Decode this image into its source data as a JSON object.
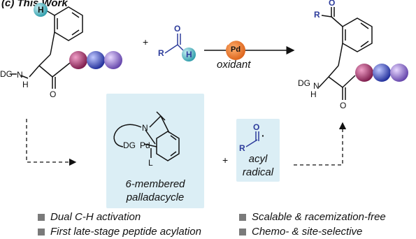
{
  "title": "(c) This Work",
  "reagents": {
    "plus_1": "+",
    "plus_2": "+",
    "oxidant": "oxidant",
    "metal": "Pd",
    "aldehyde_r": "R",
    "aldehyde_o": "O",
    "aldehyde_h": "H",
    "substrate_h": "H"
  },
  "labels": {
    "dg": "DG",
    "nh": "NH",
    "n_h_h": "H",
    "n_h_n": "N",
    "carbonyl_o": "O",
    "product_r": "R",
    "product_o": "O",
    "palladacycle_n": "N",
    "palladacycle_dg": "DG",
    "palladacycle_pd": "Pd",
    "palladacycle_l": "L",
    "acyl_r": "R",
    "acyl_o": "O"
  },
  "intermediate_caption": [
    "6-membered",
    "palladacycle"
  ],
  "radical_caption": [
    "acyl",
    "radical"
  ],
  "bullets": [
    "Dual C-H activation",
    "First late-stage peptide acylation",
    "Scalable & racemization-free",
    "Chemo- & site-selective"
  ],
  "colors": {
    "hydrogen_ball": "#47b8c4",
    "bead_red": "#a0285a",
    "bead_blue": "#3b4fc4",
    "bead_purple": "#8a64c8",
    "pd_orange": "#e8782a",
    "box_fill": "#dbeef5",
    "aldehyde_blue": "#2d3c9b",
    "bullet_grey": "#7a7a7a"
  }
}
